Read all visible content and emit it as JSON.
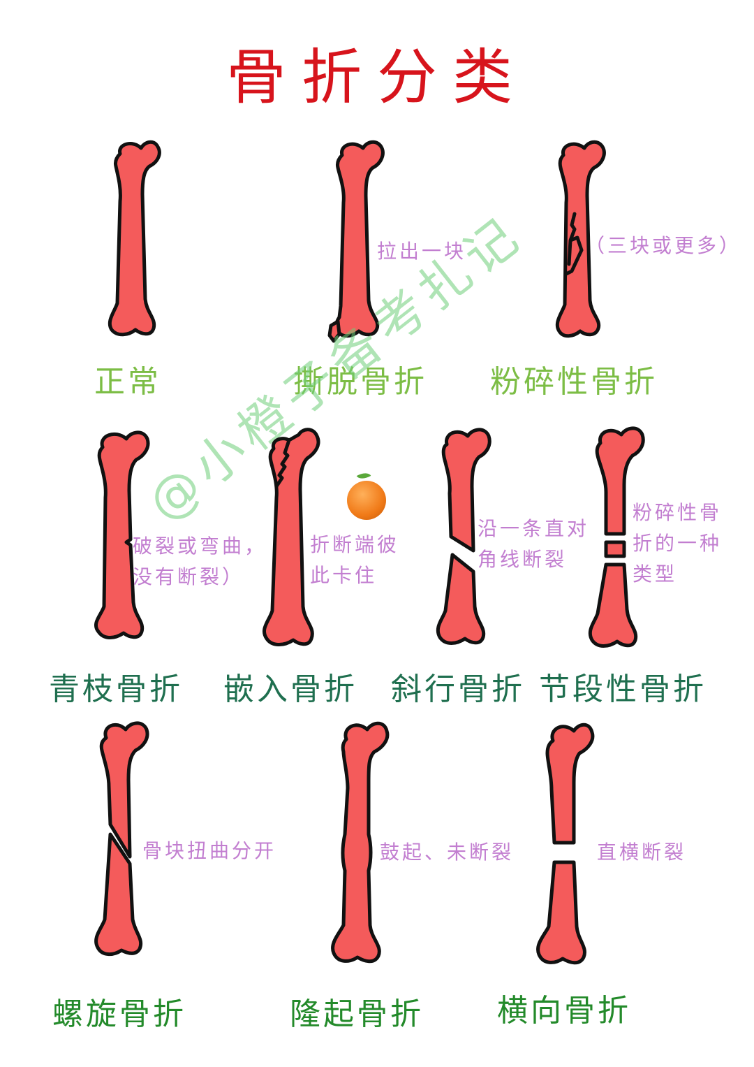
{
  "title": "骨折分类",
  "colors": {
    "title": "#d7141c",
    "bone_fill": "#f45b5b",
    "bone_outline": "#111111",
    "row1_label": "#7cbd45",
    "row2_label": "#1f6f4f",
    "row3_label": "#238a2a",
    "note": "#c27ed0",
    "watermark": "#6ecd78"
  },
  "watermark": "@小橙子备考扎记",
  "watermark_icon": "orange-icon",
  "rows": [
    {
      "items": [
        {
          "label": "正常",
          "note": ""
        },
        {
          "label": "撕脱骨折",
          "note": "拉出一块"
        },
        {
          "label": "粉碎性骨折",
          "note": "（三块或更多）"
        }
      ]
    },
    {
      "items": [
        {
          "label": "青枝骨折",
          "note_lines": [
            "破裂或弯曲，",
            "没有断裂）"
          ]
        },
        {
          "label": "嵌入骨折",
          "note_lines": [
            "折断端彼",
            "此卡住"
          ]
        },
        {
          "label": "斜行骨折",
          "note_lines": [
            "沿一条直对",
            "角线断裂"
          ]
        },
        {
          "label": "节段性骨折",
          "note_lines": [
            "粉碎性骨",
            "折的一种",
            "类型"
          ]
        }
      ]
    },
    {
      "items": [
        {
          "label": "螺旋骨折",
          "note": "骨块扭曲分开"
        },
        {
          "label": "隆起骨折",
          "note": "鼓起、未断裂"
        },
        {
          "label": "横向骨折",
          "note": "直横断裂"
        }
      ]
    }
  ]
}
